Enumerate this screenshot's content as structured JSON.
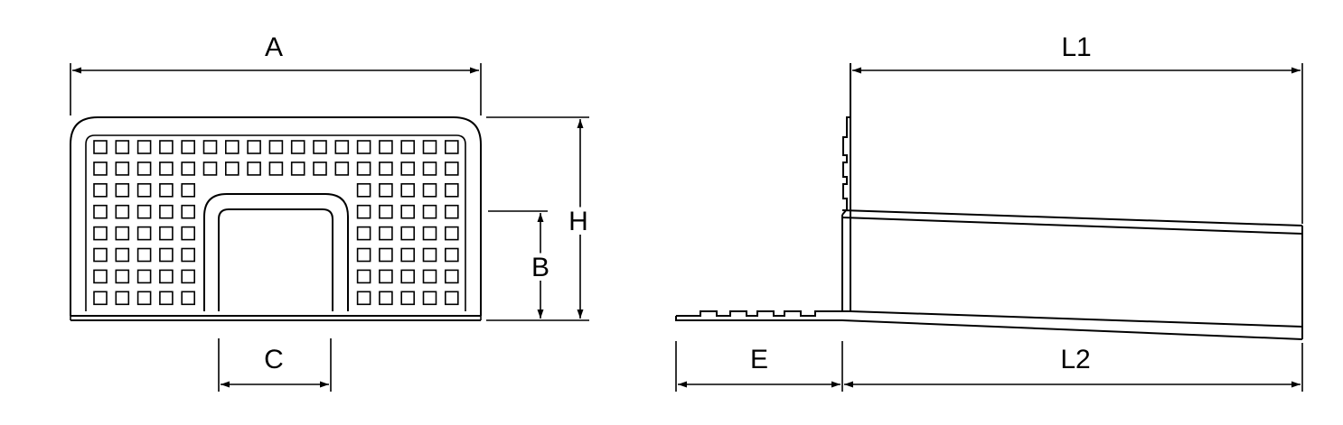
{
  "front_view": {
    "width_label": "A",
    "opening_height_label": "B",
    "opening_width_label": "C",
    "total_height_label": "H"
  },
  "side_view": {
    "upper_length_label": "L1",
    "lower_length_label": "L2",
    "extension_label": "E"
  }
}
